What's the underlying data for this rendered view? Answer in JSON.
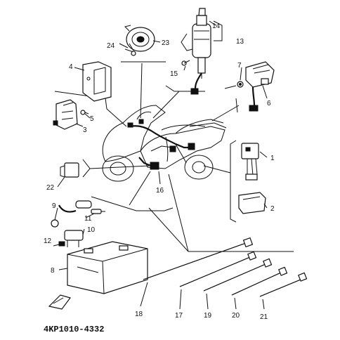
{
  "diagram_code": "4KP1010-4332",
  "callouts": {
    "c1": "1",
    "c2": "2",
    "c3": "3",
    "c4": "4",
    "c5": "5",
    "c6": "6",
    "c7": "7",
    "c8": "8",
    "c9": "9",
    "c10": "10",
    "c11": "11",
    "c12": "12",
    "c13": "13",
    "c14": "14",
    "c15": "15",
    "c16": "16",
    "c17": "17",
    "c18": "18",
    "c19": "19",
    "c20": "20",
    "c21": "21",
    "c22": "22",
    "c23": "23",
    "c24": "24"
  },
  "parts": [
    {
      "ref": "1",
      "name": "relay"
    },
    {
      "ref": "2",
      "name": "relay-cover"
    },
    {
      "ref": "3",
      "name": "ignitor-unit"
    },
    {
      "ref": "4",
      "name": "bracket"
    },
    {
      "ref": "5",
      "name": "screw"
    },
    {
      "ref": "6",
      "name": "starter-relay"
    },
    {
      "ref": "7",
      "name": "nut"
    },
    {
      "ref": "8",
      "name": "battery"
    },
    {
      "ref": "9",
      "name": "battery-lead"
    },
    {
      "ref": "10",
      "name": "fuse-holder"
    },
    {
      "ref": "11",
      "name": "fuse"
    },
    {
      "ref": "12",
      "name": "fuse-clip"
    },
    {
      "ref": "13",
      "name": "main-switch"
    },
    {
      "ref": "14",
      "name": "key"
    },
    {
      "ref": "15",
      "name": "bolt"
    },
    {
      "ref": "16",
      "name": "wire-harness"
    },
    {
      "ref": "17",
      "name": "cable-tie"
    },
    {
      "ref": "18",
      "name": "cable-tie"
    },
    {
      "ref": "19",
      "name": "cable-tie"
    },
    {
      "ref": "20",
      "name": "cable-tie"
    },
    {
      "ref": "21",
      "name": "cable-tie"
    },
    {
      "ref": "22",
      "name": "flasher-relay"
    },
    {
      "ref": "23",
      "name": "horn"
    },
    {
      "ref": "24",
      "name": "screw"
    }
  ],
  "icons": {
    "front_arrow": "front-arrow-icon"
  }
}
